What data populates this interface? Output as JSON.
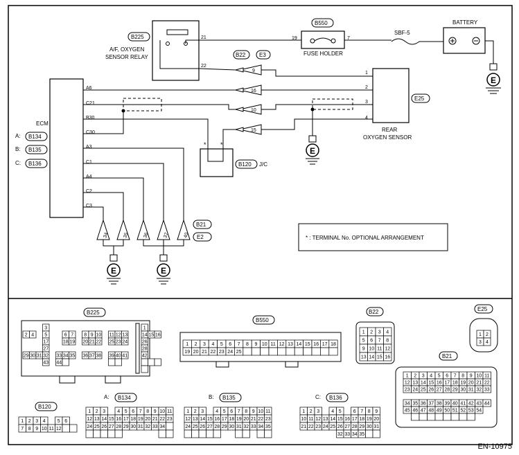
{
  "doc_id": "EN-10975",
  "ecm": {
    "title": "ECM",
    "pins": [
      "A6",
      "C21",
      "B30",
      "C30",
      "A3",
      "C1",
      "A4",
      "C2",
      "C3"
    ]
  },
  "ecm_connectors": [
    {
      "prefix": "A:",
      "code": "B134"
    },
    {
      "prefix": "B:",
      "code": "B135"
    },
    {
      "prefix": "C:",
      "code": "B136"
    }
  ],
  "relay": {
    "code": "B225",
    "title_line1": "A/F, OXYGEN",
    "title_line2": "SENSOR RELAY",
    "pin_top": "21",
    "pin_bottom": "22"
  },
  "fuse_holder": {
    "code": "B550",
    "label": "FUSE HOLDER",
    "pin_left": "19",
    "pin_right": "7"
  },
  "fuse": {
    "label": "SBF-5"
  },
  "battery": {
    "label": "BATTERY"
  },
  "inline_connector": {
    "code1": "B22",
    "code2": "E3",
    "pins": [
      "9",
      "16",
      "10",
      "15"
    ]
  },
  "rear_sensor": {
    "code": "E25",
    "label_line1": "REAR",
    "label_line2": "OXYGEN SENSOR",
    "pins": [
      "1",
      "2",
      "3",
      "4"
    ]
  },
  "jc": {
    "code": "B120",
    "label": "J/C",
    "star": "*"
  },
  "ground_connector": {
    "code1": "B21",
    "code2": "E2",
    "pins": [
      "34",
      "35",
      "36",
      "37",
      "40"
    ]
  },
  "ground_symbol": "E",
  "note": "* : TERMINAL No. OPTIONAL ARRANGEMENT",
  "connector_views": {
    "B225": {
      "code": "B225",
      "cells": [
        "3",
        "1",
        "2",
        "4",
        "5",
        "6",
        "7",
        "8",
        "9",
        "10",
        "11",
        "12",
        "13",
        "14",
        "15",
        "16",
        "17",
        "18",
        "19",
        "20",
        "21",
        "22",
        "25",
        "23",
        "24",
        "26",
        "27",
        "28",
        "29",
        "30",
        "31",
        "32",
        "33",
        "34",
        "35",
        "36",
        "37",
        "38",
        "39",
        "40",
        "41",
        "42",
        "43",
        "44"
      ]
    },
    "B550": {
      "code": "B550",
      "cells": [
        "1",
        "2",
        "3",
        "4",
        "5",
        "6",
        "7",
        "8",
        "9",
        "10",
        "11",
        "12",
        "13",
        "14",
        "15",
        "16",
        "17",
        "18",
        "19",
        "20",
        "21",
        "22",
        "23",
        "24",
        "25"
      ]
    },
    "B22": {
      "code": "B22",
      "cells": [
        "1",
        "2",
        "3",
        "4",
        "5",
        "6",
        "7",
        "8",
        "9",
        "10",
        "11",
        "12",
        "13",
        "14",
        "15",
        "16"
      ]
    },
    "E25": {
      "code": "E25",
      "cells": [
        "1",
        "2",
        "3",
        "4"
      ]
    },
    "B21": {
      "code": "B21",
      "cells": [
        "1",
        "2",
        "3",
        "4",
        "5",
        "6",
        "7",
        "8",
        "9",
        "10",
        "11",
        "12",
        "13",
        "14",
        "15",
        "16",
        "17",
        "18",
        "19",
        "20",
        "21",
        "22",
        "23",
        "24",
        "25",
        "26",
        "27",
        "28",
        "29",
        "30",
        "31",
        "32",
        "33",
        "34",
        "35",
        "36",
        "37",
        "38",
        "39",
        "40",
        "41",
        "42",
        "43",
        "44",
        "45",
        "46",
        "47",
        "48",
        "49",
        "50",
        "51",
        "52",
        "53",
        "54"
      ]
    },
    "B120": {
      "code": "B120",
      "cells": [
        "1",
        "2",
        "3",
        "4",
        "5",
        "6",
        "7",
        "8",
        "9",
        "10",
        "11",
        "12"
      ]
    },
    "B134": {
      "prefix": "A:",
      "code": "B134",
      "cells": [
        "1",
        "2",
        "3",
        "4",
        "5",
        "6",
        "7",
        "8",
        "9",
        "10",
        "11",
        "12",
        "13",
        "14",
        "15",
        "16",
        "17",
        "18",
        "19",
        "20",
        "21",
        "22",
        "23",
        "24",
        "25",
        "26",
        "27",
        "28",
        "29",
        "30",
        "31",
        "32",
        "33",
        "34"
      ]
    },
    "B135": {
      "prefix": "B:",
      "code": "B135",
      "cells": [
        "1",
        "2",
        "3",
        "4",
        "5",
        "6",
        "7",
        "8",
        "9",
        "10",
        "11",
        "12",
        "13",
        "14",
        "15",
        "16",
        "17",
        "18",
        "19",
        "20",
        "21",
        "22",
        "23",
        "24",
        "25",
        "26",
        "27",
        "28",
        "29",
        "30",
        "31",
        "32",
        "33",
        "34",
        "35"
      ]
    },
    "B136": {
      "prefix": "C:",
      "code": "B136",
      "cells": [
        "1",
        "2",
        "3",
        "4",
        "5",
        "6",
        "7",
        "8",
        "9",
        "10",
        "11",
        "12",
        "13",
        "14",
        "15",
        "16",
        "17",
        "18",
        "19",
        "20",
        "21",
        "22",
        "23",
        "24",
        "25",
        "26",
        "27",
        "28",
        "29",
        "30",
        "31",
        "32",
        "33",
        "34",
        "35"
      ]
    }
  }
}
